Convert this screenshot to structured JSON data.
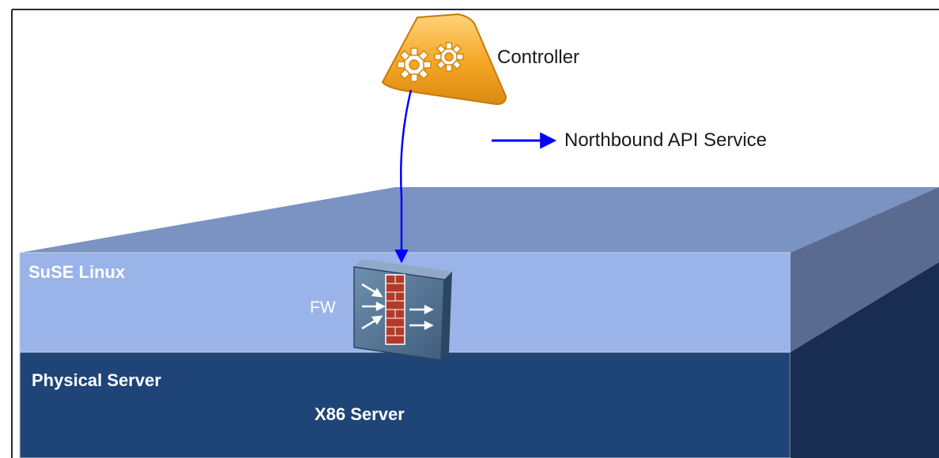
{
  "diagram": {
    "controller_label": "Controller",
    "legend_label": "Northbound API Service",
    "os_layer_label": "SuSE Linux",
    "firewall_label": "FW",
    "server_layer_label": "Physical Server",
    "server_model_label": "X86 Server"
  },
  "colors": {
    "top_face": "#7b93c2",
    "os_layer": "#9ab3e8",
    "os_side": "#5a6b8f",
    "server_layer": "#1f4477",
    "server_side": "#182d4f",
    "api_arrow": "#0000ff",
    "controller": "#f5a623"
  }
}
